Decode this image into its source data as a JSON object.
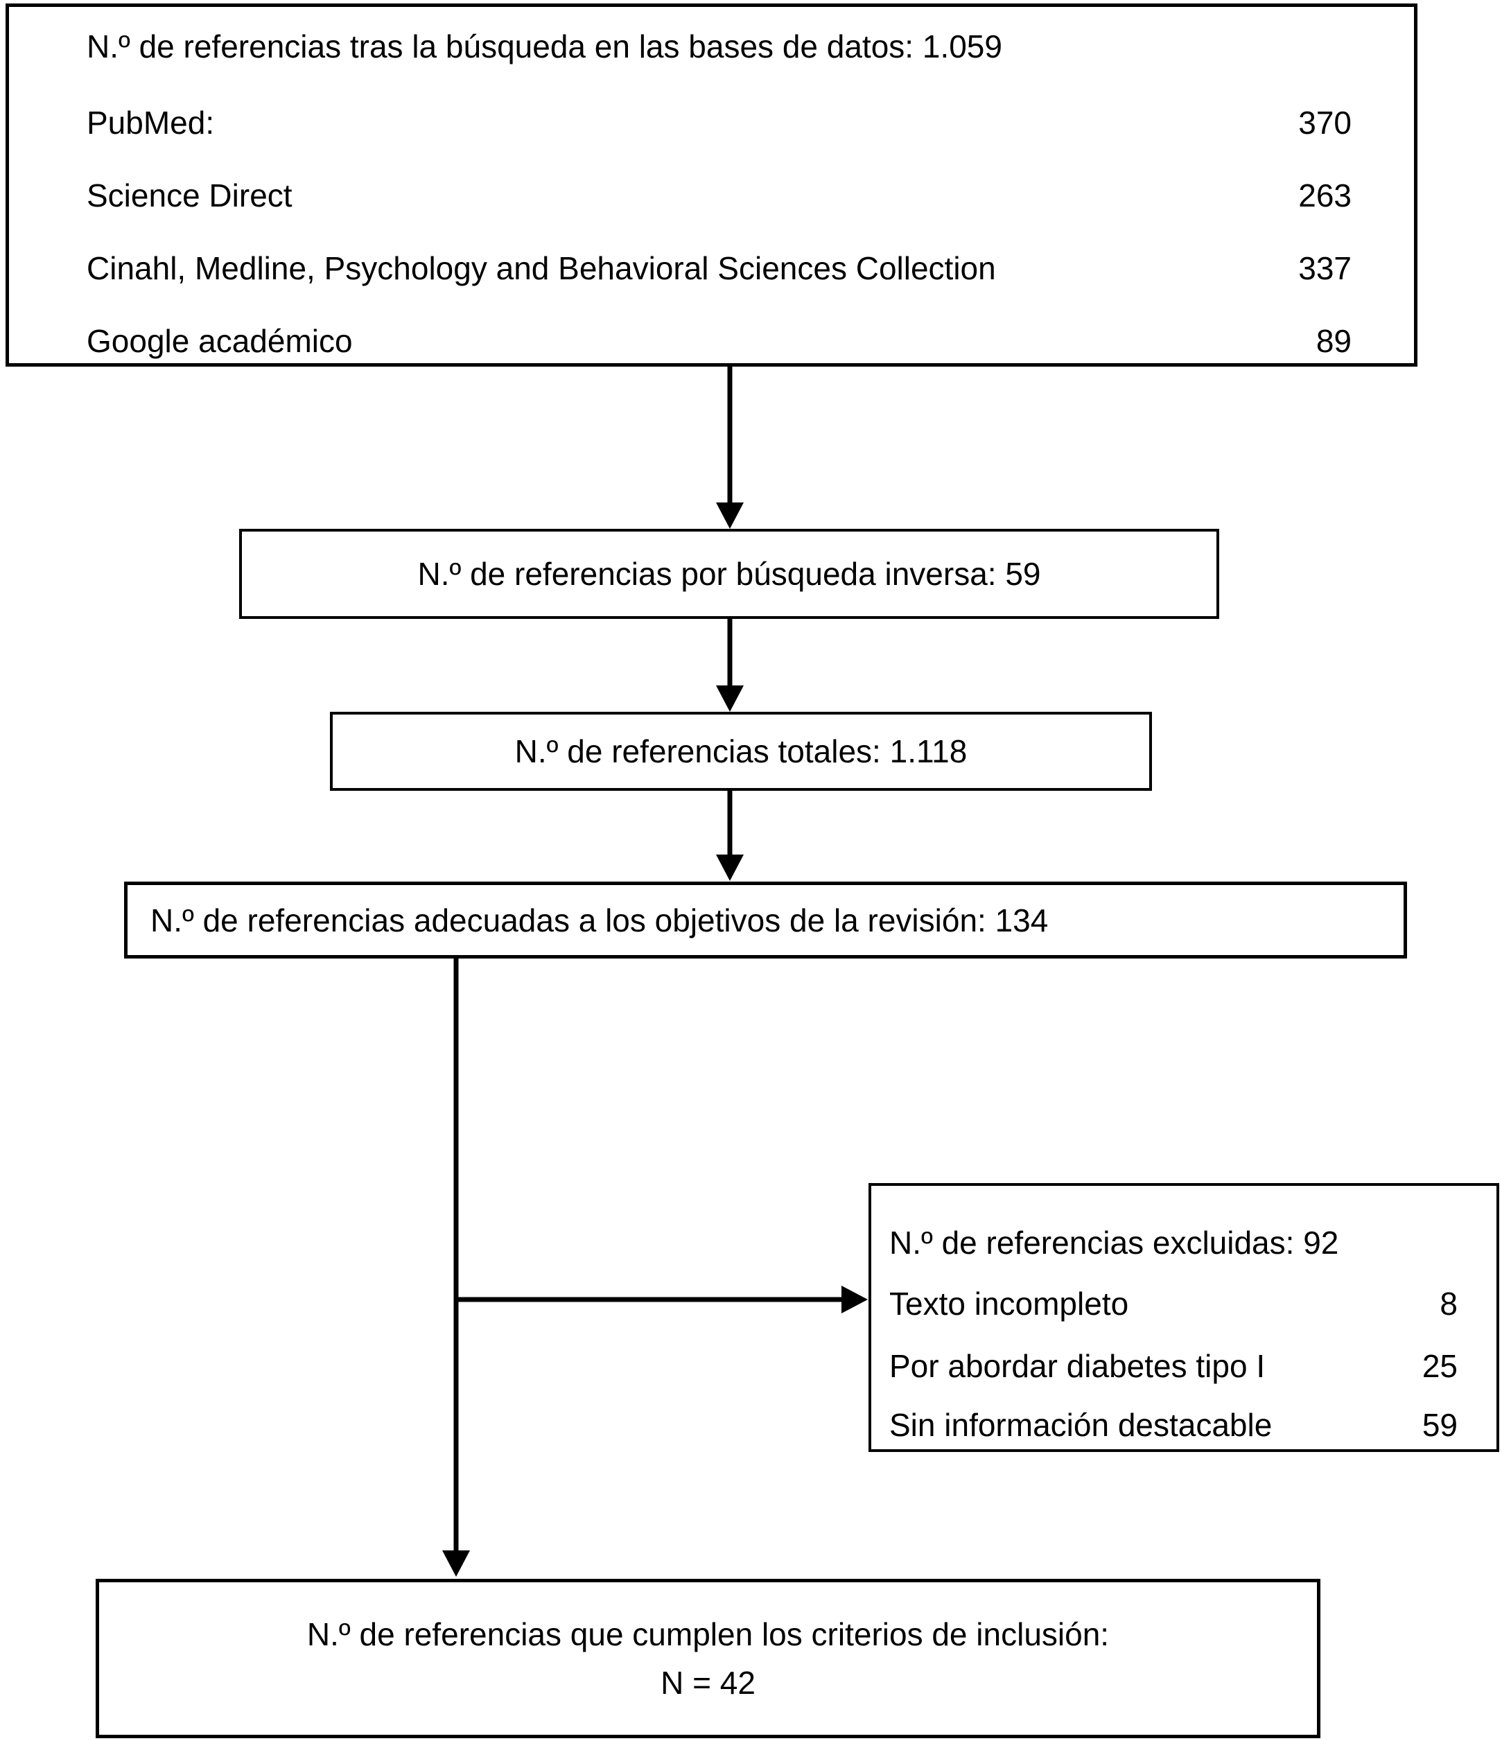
{
  "colors": {
    "stroke": "#000000",
    "text": "#000000",
    "background": "#ffffff"
  },
  "flowchart": {
    "databases_box": {
      "title": "N.º de referencias tras la búsqueda en las bases de datos: 1.059",
      "rows": [
        {
          "label": "PubMed:",
          "value": "370"
        },
        {
          "label": "Science Direct",
          "value": "263"
        },
        {
          "label": "Cinahl, Medline, Psychology and Behavioral Sciences Collection",
          "value": "337"
        },
        {
          "label": "Google académico",
          "value": "89"
        }
      ]
    },
    "reverse_search_box": {
      "text": "N.º de referencias por búsqueda inversa: 59"
    },
    "total_box": {
      "text": "N.º de referencias totales: 1.118"
    },
    "adequate_box": {
      "text": "N.º de referencias adecuadas a los objetivos de la revisión: 134"
    },
    "excluded_box": {
      "title": "N.º de referencias excluidas: 92",
      "rows": [
        {
          "label": "Texto incompleto",
          "value": "8"
        },
        {
          "label": "Por abordar diabetes tipo I",
          "value": "25"
        },
        {
          "label": "Sin información destacable",
          "value": "59"
        }
      ]
    },
    "included_box": {
      "line1": "N.º de referencias que cumplen los criterios de inclusión:",
      "line2": "N = 42"
    }
  }
}
